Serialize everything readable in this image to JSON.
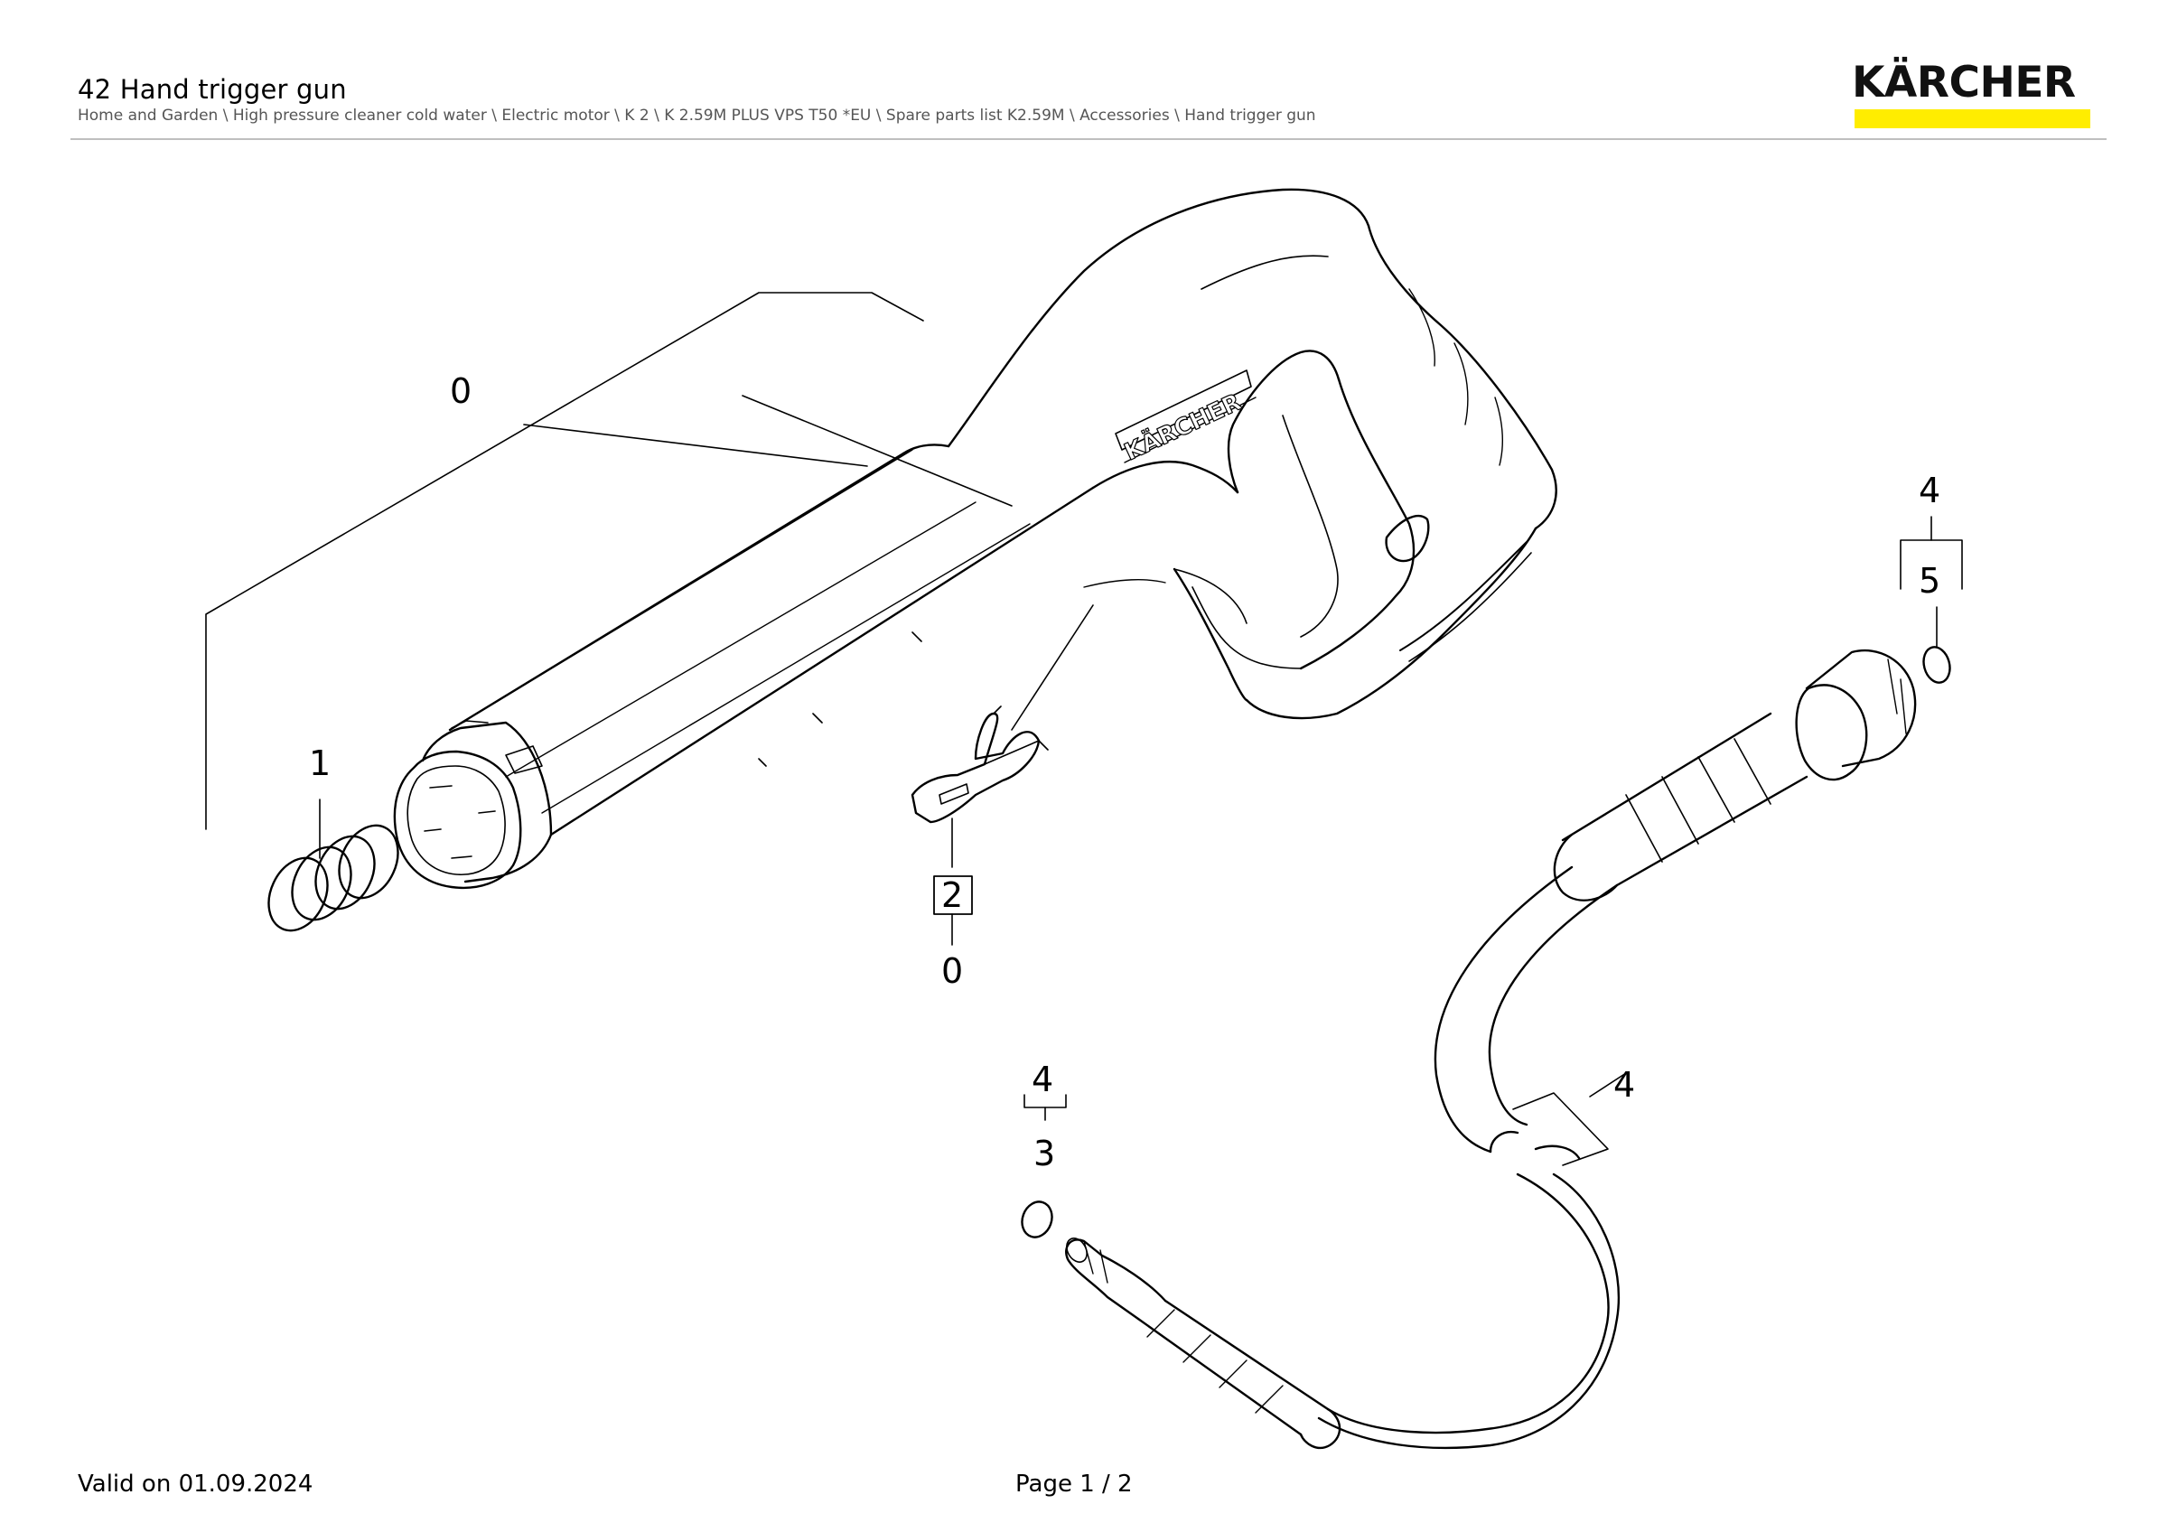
{
  "header": {
    "title": "42 Hand trigger gun",
    "breadcrumb": "Home and Garden \\ High pressure cleaner cold water \\ Electric motor \\ K 2 \\ K 2.59M PLUS VPS T50 *EU \\ Spare parts list K2.59M \\ Accessories \\ Hand trigger gun",
    "logo_text": "KÄRCHER",
    "brand_color": "#ffed00"
  },
  "drawing": {
    "gun_logo_text": "KÄRCHER",
    "callouts": {
      "gun_top": "0",
      "spring": "1",
      "clip": "2",
      "clip_sub": "0",
      "oring_left_top": "4",
      "oring_left": "3",
      "hose": "4",
      "oring_right_top": "4",
      "oring_right": "5"
    }
  },
  "footer": {
    "valid": "Valid on 01.09.2024",
    "page": "Page 1 / 2"
  }
}
